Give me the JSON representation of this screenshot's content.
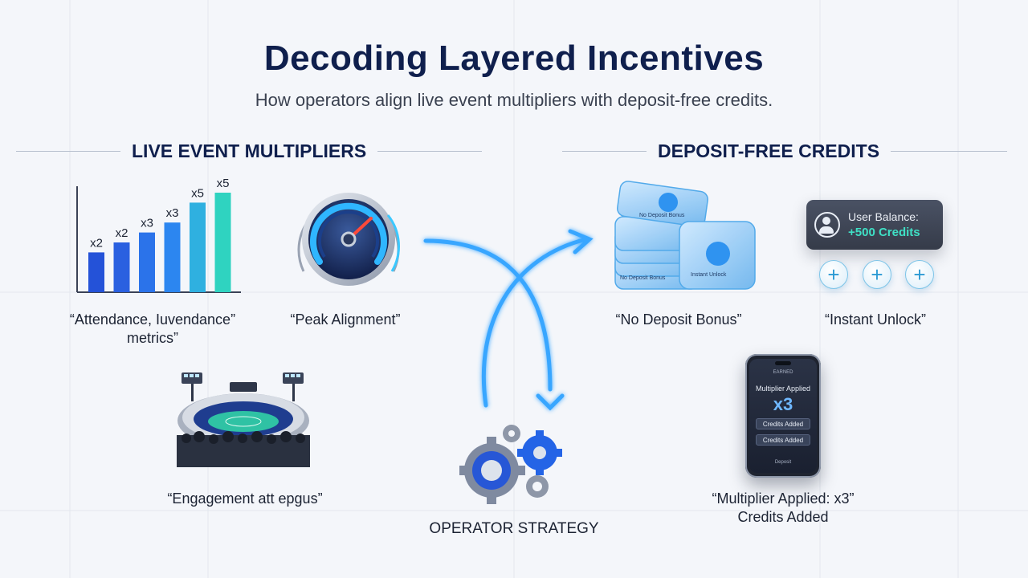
{
  "header": {
    "title": "Decoding Layered Incentives",
    "subtitle": "How operators align live event multipliers with deposit-free credits."
  },
  "sections": {
    "left_title": "LIVE EVENT MULTIPLIERS",
    "right_title": "DEPOSIT-FREE CREDITS"
  },
  "bar_chart": {
    "labels": [
      "x2",
      "x2",
      "x3",
      "x3",
      "x5",
      "x5"
    ],
    "values": [
      2,
      2.5,
      3,
      3.5,
      4.5,
      5
    ]
  },
  "captions": {
    "attendance": "“Attendance, Iuvendance” metrics”",
    "peak": "“Peak Alignment”",
    "engagement": "“Engagement att epgus”",
    "no_deposit": "“No Deposit Bonus”",
    "instant": "“Instant Unlock”",
    "multiplier_line1": "“Multiplier Applied: x3”",
    "multiplier_line2": "Credits Added"
  },
  "center": {
    "label": "OPERATOR STRATEGY"
  },
  "balance_card": {
    "label": "User Balance:",
    "value": "+500 Credits"
  },
  "plus_buttons": [
    "+",
    "+",
    "+"
  ],
  "phone": {
    "header": "EARNED",
    "multiplier_label": "Multiplier Applied",
    "multiplier_value": "x3",
    "pill1": "Credits Added",
    "pill2": "Credits Added",
    "footer": "Deposit"
  },
  "token_labels": {
    "stack_top": "No Deposit Bonus",
    "stack_bottom": "No Deposit Bonus",
    "single": "Instant Unlock"
  },
  "colors": {
    "title": "#0f1f4d",
    "accent_blue": "#2f7bf0",
    "accent_teal": "#2fd3c0",
    "credits_green": "#3fe0c5"
  }
}
